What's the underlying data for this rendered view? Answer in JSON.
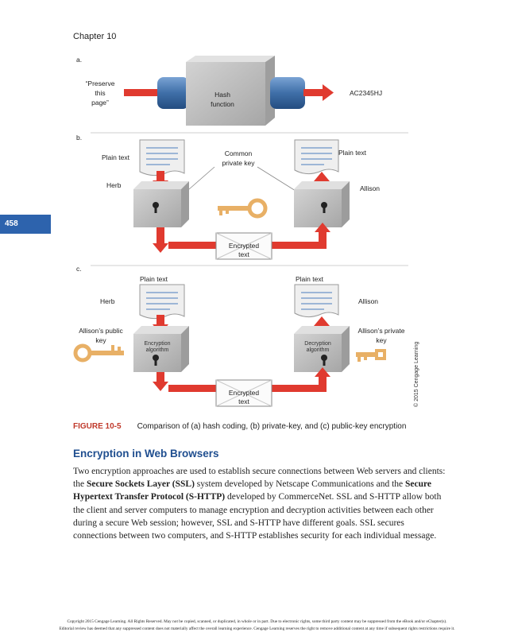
{
  "header": {
    "chapter": "Chapter 10",
    "page_number": "458"
  },
  "figure": {
    "panel_a": {
      "label": "a.",
      "input_lines": [
        "“Preserve",
        "this",
        "page”"
      ],
      "box_lines": [
        "Hash",
        "function"
      ],
      "output": "AC2345HJ"
    },
    "panel_b": {
      "label": "b.",
      "plain_text_left": "Plain text",
      "plain_text_right": "Plain text",
      "key_lines": [
        "Common",
        "private key"
      ],
      "sender": "Herb",
      "receiver": "Allison",
      "encrypted_lines": [
        "Encrypted",
        "text"
      ]
    },
    "panel_c": {
      "label": "c.",
      "plain_text_left": "Plain text",
      "plain_text_right": "Plain text",
      "sender": "Herb",
      "receiver": "Allison",
      "public_key_lines": [
        "Allison’s public",
        "key"
      ],
      "private_key_lines": [
        "Allison’s private",
        "key"
      ],
      "enc_box_lines": [
        "Encryption",
        "algorithm"
      ],
      "dec_box_lines": [
        "Decryption",
        "algorithm"
      ],
      "encrypted_lines": [
        "Encrypted",
        "text"
      ]
    },
    "copyright_side": "© 2015 Cengage Learning",
    "colors": {
      "arrow": "#e03a2f",
      "key": "#e8b066",
      "box": "#b9b9b9",
      "cylinder": "#3f6fa8"
    }
  },
  "caption": {
    "number": "FIGURE 10-5",
    "text": "Comparison of (a) hash coding, (b) private-key, and (c) public-key encryption"
  },
  "section": {
    "heading": "Encryption in Web Browsers",
    "p1": "Two encryption approaches are used to establish secure connections between Web servers and clients: the ",
    "ssl": "Secure Sockets Layer (SSL)",
    "p2": " system developed by Netscape Communications and the ",
    "shttp": "Secure Hypertext Transfer Protocol (S-HTTP)",
    "p3": " developed by CommerceNet. SSL and S-HTTP allow both the client and server computers to manage encryption and decryption activities between each other during a secure Web session; however, SSL and S-HTTP have different goals. SSL secures connections between two computers, and S-HTTP establishes security for each individual message."
  },
  "footer": {
    "line1": "Copyright 2015 Cengage Learning. All Rights Reserved. May not be copied, scanned, or duplicated, in whole or in part. Due to electronic rights, some third party content may be suppressed from the eBook and/or eChapter(s).",
    "line2": "Editorial review has deemed that any suppressed content does not materially affect the overall learning experience. Cengage Learning reserves the right to remove additional content at any time if subsequent rights restrictions require it."
  }
}
